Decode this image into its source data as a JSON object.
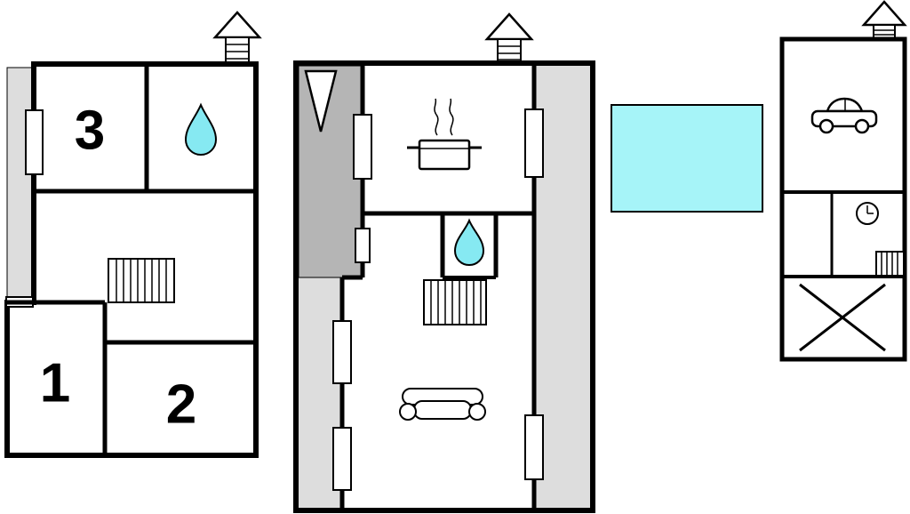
{
  "floor_plan": {
    "rooms": {
      "left_top": "3",
      "left_bottom_left": "1",
      "left_bottom_right": "2"
    },
    "colors": {
      "wall": "#000000",
      "background": "#ffffff",
      "water": "#86e9f2",
      "pool": "#a6f4f8",
      "terrace_light": "#dddddd",
      "terrace_dark": "#b5b5b5"
    },
    "icons": {
      "left_chimney": "chimney-vent",
      "middle_chimney": "chimney-vent",
      "right_chimney": "chimney-vent",
      "left_bath": "water-drop",
      "middle_bath": "water-drop",
      "kitchen": "cooking-pot-with-steam",
      "living_room": "sofa-top-view",
      "garage": "car-side-view",
      "clock_room": "wall-clock",
      "stairs": "staircase-hatching",
      "void": "diagonal-cross",
      "entry_marker": "down-triangle"
    }
  }
}
